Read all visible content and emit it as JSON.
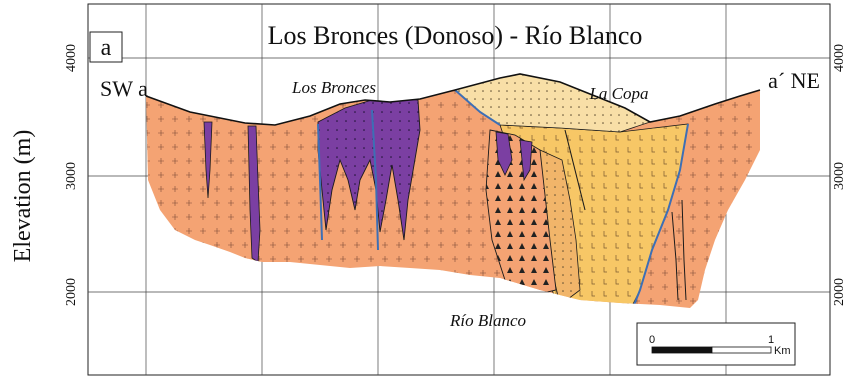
{
  "title": "Los Bronces (Donoso) - Río Blanco",
  "panel_label": "a",
  "y_axis_label": "Elevation (m)",
  "y_ticks_left": [
    "4000",
    "3000",
    "2000"
  ],
  "y_ticks_right": [
    "4000",
    "3000",
    "2000"
  ],
  "section_ends": {
    "left": "SW a",
    "right": "a´ NE"
  },
  "deposit_labels": {
    "los_bronces": "Los Bronces",
    "la_copa": "La Copa",
    "rio_blanco": "Río Blanco"
  },
  "scale_bar": {
    "start": "0",
    "end": "1",
    "unit": "Km"
  },
  "colors": {
    "host_rock": "#f4a373",
    "breccia_purple": "#7b3fa2",
    "la_copa_cap": "#f8dfa7",
    "porphyry_yellow": "#f7c766",
    "fault_blue": "#3d6fb5",
    "outline": "#1a1a1a"
  }
}
